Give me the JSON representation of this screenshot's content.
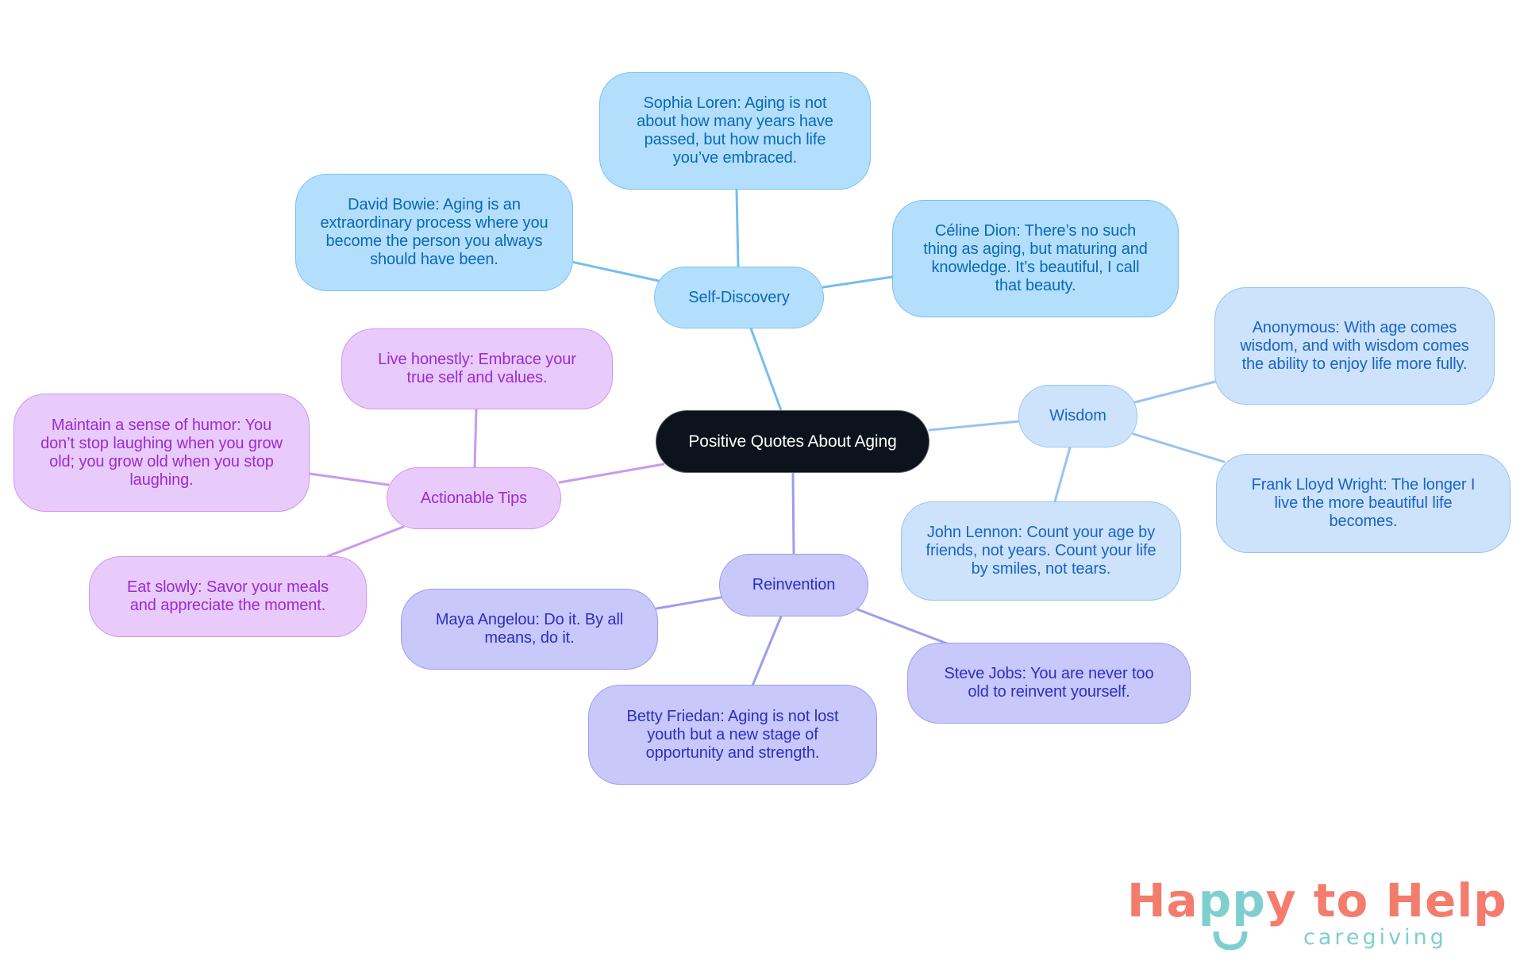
{
  "diagram": {
    "title": "Positive Quotes About Aging",
    "type": "mind-map",
    "colors": {
      "root_fill": "#0d131c",
      "self_discovery": "#b3dffd",
      "wisdom": "#cce3fb",
      "reinvention": "#c8c8fb",
      "actionable_tips": "#e8cbfb"
    },
    "branches": {
      "self_discovery": {
        "label": "Self-Discovery",
        "children": [
          "Sophia Loren: Aging is not about how many years have passed, but how much life you’ve embraced.",
          "David Bowie: Aging is an extraordinary process where you become the person you always should have been.",
          "Céline Dion: There’s no such thing as aging, but maturing and knowledge. It’s beautiful, I call that beauty."
        ]
      },
      "wisdom": {
        "label": "Wisdom",
        "children": [
          "Anonymous: With age comes wisdom, and with wisdom comes the ability to enjoy life more fully.",
          "Frank Lloyd Wright: The longer I live the more beautiful life becomes.",
          "John Lennon: Count your age by friends, not years. Count your life by smiles, not tears."
        ]
      },
      "reinvention": {
        "label": "Reinvention",
        "children": [
          "Maya Angelou: Do it. By all means, do it.",
          "Betty Friedan: Aging is not lost youth but a new stage of opportunity and strength.",
          "Steve Jobs: You are never too old to reinvent yourself."
        ]
      },
      "actionable_tips": {
        "label": "Actionable Tips",
        "children": [
          "Live honestly: Embrace your true self and values.",
          "Maintain a sense of humor: You don’t stop laughing when you grow old; you grow old when you stop laughing.",
          "Eat slowly: Savor your meals and appreciate the moment."
        ]
      }
    }
  },
  "logo": {
    "part1": "Ha",
    "part2": "pp",
    "part3": "y to Help",
    "subtitle": "caregiving",
    "colors": {
      "primary": "#f47c6c",
      "secondary": "#7ecfce"
    }
  }
}
